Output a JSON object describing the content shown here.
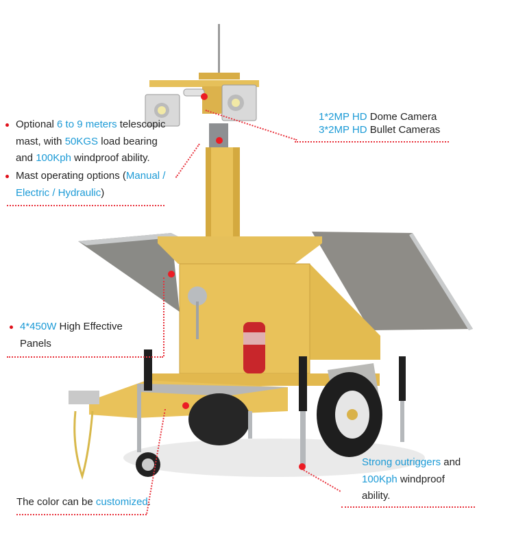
{
  "colors": {
    "highlight": "#1b9ad6",
    "text": "#222222",
    "annotation_red": "#e0101a",
    "trailer_yellow": "#e9c25a",
    "panel_gray": "#8a8a86"
  },
  "annotations": {
    "mast": {
      "line1_pre": "Optional ",
      "line1_hl": "6 to 9 meters",
      "line1_post": " telescopic",
      "line2_pre": "mast, with ",
      "line2_hl": "50KGS",
      "line2_post": " load bearing",
      "line3_pre": "and ",
      "line3_hl": "100Kph",
      "line3_post": " windproof ability."
    },
    "operating": {
      "line1_pre": "Mast operating options (",
      "line1_hl": "Manual /",
      "line2_hl": "Electric / Hydraulic",
      "line2_post": ")"
    },
    "cameras": {
      "line1_hl": "1*2MP HD",
      "line1_post": " Dome Camera",
      "line2_hl": "3*2MP HD",
      "line2_post": " Bullet Cameras"
    },
    "panels": {
      "line1_hl": "4*450W",
      "line1_post": " High Effective",
      "line2": "Panels"
    },
    "color": {
      "pre": "The color can be ",
      "hl": "customized",
      "post": "."
    },
    "outriggers": {
      "line1_hl": "Strong outriggers",
      "line1_post": " and",
      "line2_hl": "100Kph",
      "line2_post": " windproof",
      "line3": "ability."
    }
  },
  "product": {
    "name": "Solar surveillance trailer with telescopic mast",
    "components": [
      "lightning-rod",
      "led-floodlights",
      "cameras",
      "telescopic-mast",
      "solar-panels",
      "equipment-cabinet",
      "fire-extinguisher",
      "winch",
      "outriggers",
      "jockey-wheel",
      "safety-chain",
      "wheels"
    ]
  }
}
